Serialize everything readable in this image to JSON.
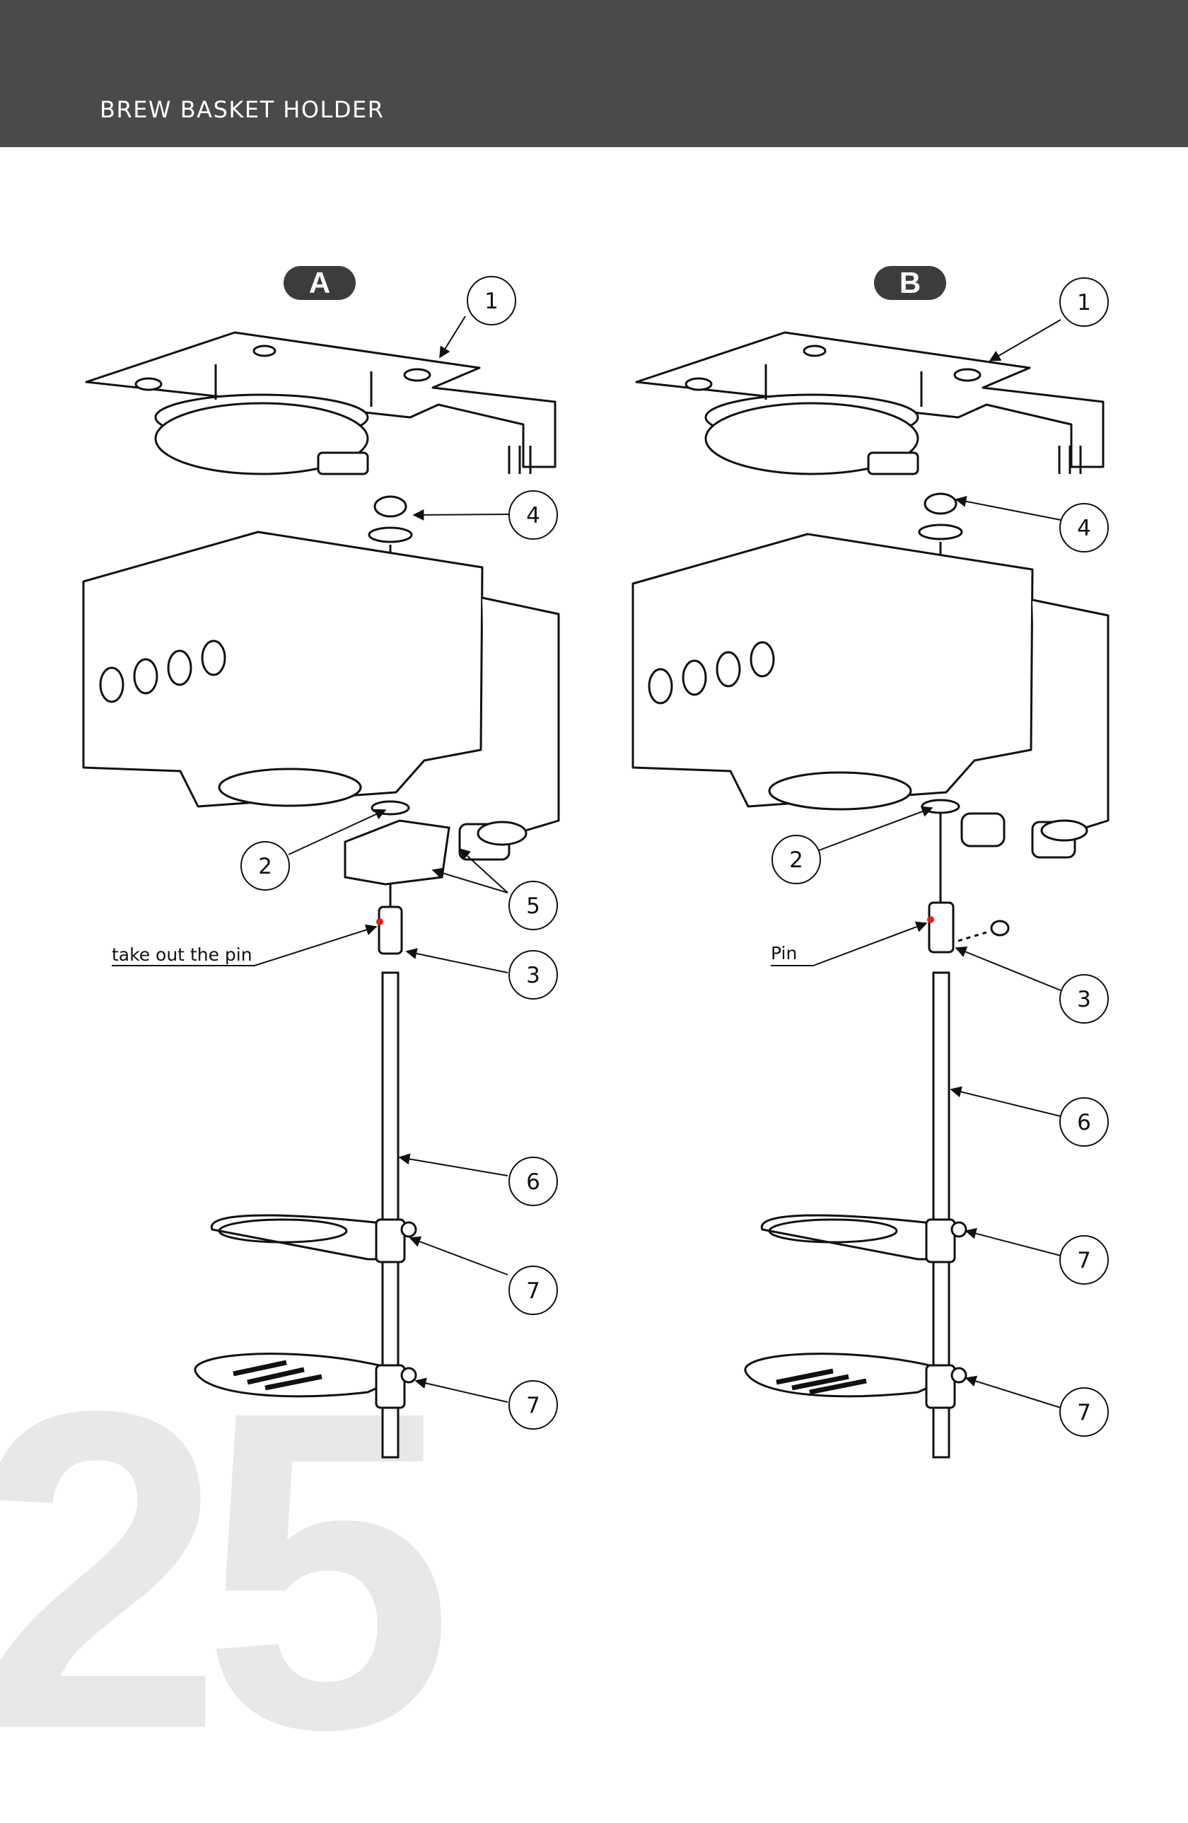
{
  "header": {
    "title": "BREW BASKET HOLDER"
  },
  "page_number": "25",
  "panels": [
    {
      "label": "A",
      "note": "take out the pin",
      "callouts": [
        "1",
        "4",
        "2",
        "5",
        "3",
        "6",
        "7",
        "7"
      ]
    },
    {
      "label": "B",
      "note": "Pin",
      "callouts": [
        "1",
        "4",
        "2",
        "3",
        "6",
        "7",
        "7"
      ]
    }
  ],
  "colors": {
    "header_bg": "#4a4a4a",
    "pin_highlight": "#e02020",
    "page_number": "#e8e8e8"
  }
}
